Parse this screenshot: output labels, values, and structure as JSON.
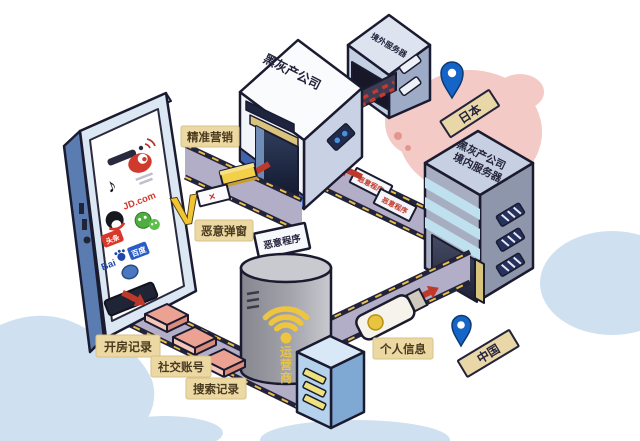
{
  "illustration": {
    "hq_label": "黑灰产公司",
    "overseas_server_label": "境外服务器",
    "domestic_server_label_line1": "黑灰产公司",
    "domestic_server_label_line2": "境内服务器",
    "japan_sign": "日本",
    "china_sign": "中国",
    "malicious_program_sign": "恶意程序",
    "malicious_program_cards": [
      "恶意程序",
      "恶意程序"
    ],
    "carrier_label": "运营商",
    "carrier_chars": [
      "运",
      "营",
      "商"
    ],
    "v_watermark": "V",
    "popup_close_glyph": "×",
    "douyin_note_glyph": "♪",
    "flow_labels": {
      "marketing": "精准营销",
      "popup": "恶意弹窗",
      "hotel_records": "开房记录",
      "social_accounts": "社交账号",
      "search_records": "搜索记录",
      "personal_info": "个人信息"
    },
    "apps": {
      "jd": "JD.com",
      "toutiao": "头条",
      "baidu_latin": "Bai",
      "baidu_cn": "百度"
    },
    "colors": {
      "road": "#b3aec7",
      "road_border": "#23233a",
      "road_dash": "#e8bf4a",
      "label_bg": "#ecd8a2",
      "arrow_red": "#bf392b",
      "pin_blue": "#1565c8",
      "map_blue": "#cfe0f1",
      "map_pink": "#f3cac6",
      "accent_yellow": "#eec53e"
    }
  }
}
